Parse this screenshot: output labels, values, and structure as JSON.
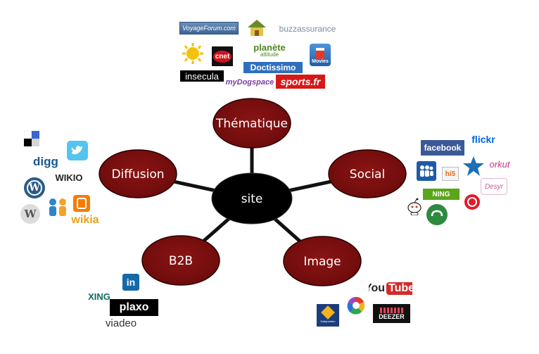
{
  "diagram": {
    "center": {
      "label": "site"
    },
    "categories": [
      {
        "id": "thematique",
        "label": "Thématique"
      },
      {
        "id": "social",
        "label": "Social"
      },
      {
        "id": "image",
        "label": "Image"
      },
      {
        "id": "b2b",
        "label": "B2B"
      },
      {
        "id": "diffusion",
        "label": "Diffusion"
      }
    ],
    "colors": {
      "node_fill": "#7a0e0e",
      "center_fill": "#000000",
      "connector": "#111111",
      "node_text": "#ffffff"
    }
  },
  "logos": {
    "thematique": {
      "voyageforum": "VoyageForum.com",
      "buzzassurance": "buzzassurance",
      "planete_main": "planète",
      "planete_sub": "attitude",
      "cnet": "cnet",
      "movies": "Movies",
      "insecula": "insecula",
      "doctissimo": "Doctissimo",
      "mydogspace": "myDogspace",
      "sports": "sports.fr"
    },
    "social": {
      "facebook": "facebook",
      "flickr": "flickr",
      "orkut": "orkut",
      "hi5": "hi5",
      "desyr": "Desyr",
      "ning": "NING"
    },
    "diffusion": {
      "digg": "digg",
      "wikio": "WIKIO",
      "wikia": "wikia"
    },
    "b2b": {
      "linkedin": "in",
      "xing": "XING",
      "plaxo": "plaxo",
      "viadeo": "viadeo"
    },
    "image": {
      "youtube_you": "You",
      "youtube_tube": "Tube",
      "deezer": "DEEZER",
      "dailymotion": "Dailymotion"
    }
  }
}
